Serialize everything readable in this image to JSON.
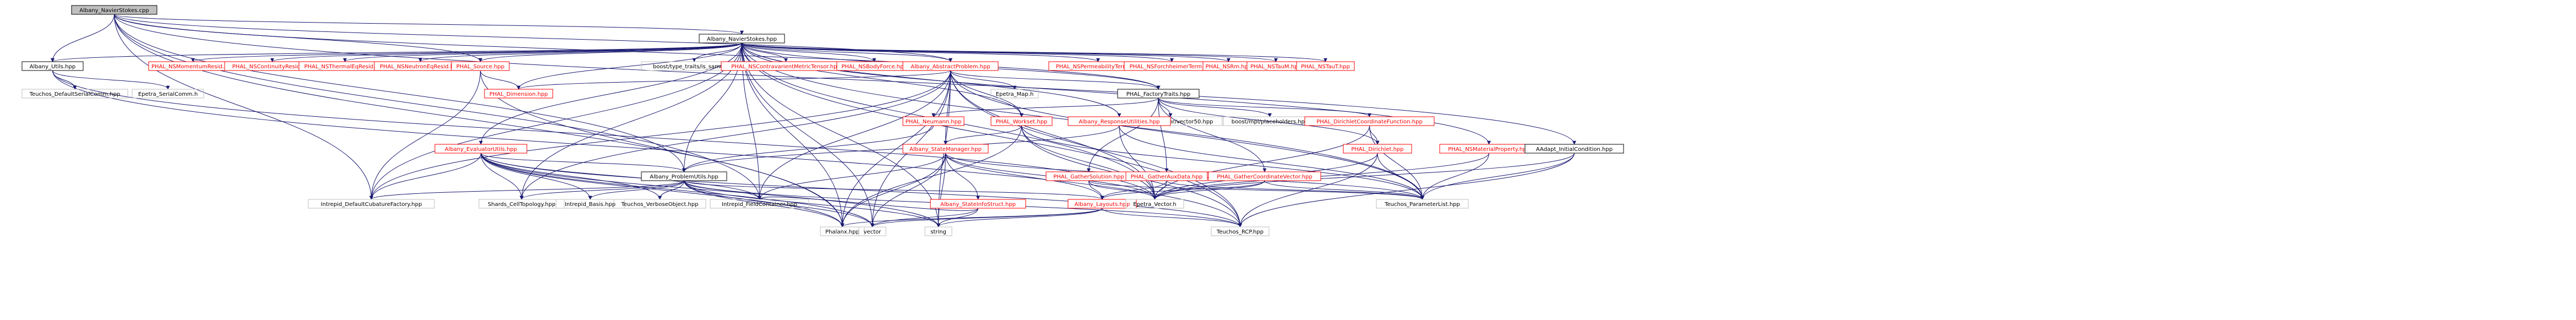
{
  "graph": {
    "nodes": [
      {
        "id": "root",
        "label": "Albany_NavierStokes.cpp",
        "kind": "root"
      },
      {
        "id": "ns_hpp",
        "label": "Albany_NavierStokes.hpp",
        "kind": "black"
      },
      {
        "id": "utils_hpp",
        "label": "Albany_Utils.hpp",
        "kind": "black"
      },
      {
        "id": "teuchos_serialcomm",
        "label": "Teuchos_DefaultSerialComm.hpp",
        "kind": "gray"
      },
      {
        "id": "epetra_serialcomm",
        "label": "Epetra_SerialComm.h",
        "kind": "gray"
      },
      {
        "id": "momentum",
        "label": "PHAL_NSMomentumResid.hpp",
        "kind": "red"
      },
      {
        "id": "continuity",
        "label": "PHAL_NSContinuityResid.hpp",
        "kind": "red"
      },
      {
        "id": "thermal",
        "label": "PHAL_NSThermalEqResid.hpp",
        "kind": "red"
      },
      {
        "id": "neutron",
        "label": "PHAL_NSNeutronEqResid.hpp",
        "kind": "red"
      },
      {
        "id": "source",
        "label": "PHAL_Source.hpp",
        "kind": "red"
      },
      {
        "id": "dimension",
        "label": "PHAL_Dimension.hpp",
        "kind": "red"
      },
      {
        "id": "type_traits",
        "label": "boost/type_traits/is_same.hpp",
        "kind": "gray"
      },
      {
        "id": "contravariant",
        "label": "PHAL_NSContravarientMetricTensor.hpp",
        "kind": "red"
      },
      {
        "id": "bodyforce",
        "label": "PHAL_NSBodyForce.hpp",
        "kind": "red"
      },
      {
        "id": "abstract",
        "label": "Albany_AbstractProblem.hpp",
        "kind": "red"
      },
      {
        "id": "epetra_map",
        "label": "Epetra_Map.h",
        "kind": "gray"
      },
      {
        "id": "permeability",
        "label": "PHAL_NSPermeabilityTerm.hpp",
        "kind": "red"
      },
      {
        "id": "forchheimer",
        "label": "PHAL_NSForchheimerTerm.hpp",
        "kind": "red"
      },
      {
        "id": "rm",
        "label": "PHAL_NSRm.hpp",
        "kind": "red"
      },
      {
        "id": "taum",
        "label": "PHAL_NSTauM.hpp",
        "kind": "red"
      },
      {
        "id": "taut",
        "label": "PHAL_NSTauT.hpp",
        "kind": "red"
      },
      {
        "id": "factory",
        "label": "PHAL_FactoryTraits.hpp",
        "kind": "black"
      },
      {
        "id": "neumann",
        "label": "PHAL_Neumann.hpp",
        "kind": "red"
      },
      {
        "id": "vector50",
        "label": "boost/mpl/vector/vector50.hpp",
        "kind": "gray"
      },
      {
        "id": "placeholders",
        "label": "boost/mpl/placeholders.hpp",
        "kind": "gray"
      },
      {
        "id": "dirichlet_coord",
        "label": "PHAL_DirichletCoordinateFunction.hpp",
        "kind": "red"
      },
      {
        "id": "workset",
        "label": "PHAL_Workset.hpp",
        "kind": "red"
      },
      {
        "id": "response_util",
        "label": "Albany_ResponseUtilities.hpp",
        "kind": "red"
      },
      {
        "id": "eval_utils",
        "label": "Albany_EvaluatorUtils.hpp",
        "kind": "red"
      },
      {
        "id": "state_manager",
        "label": "Albany_StateManager.hpp",
        "kind": "red"
      },
      {
        "id": "dirichlet",
        "label": "PHAL_Dirichlet.hpp",
        "kind": "red"
      },
      {
        "id": "material_prop",
        "label": "PHAL_NSMaterialProperty.hpp",
        "kind": "red"
      },
      {
        "id": "aadapt",
        "label": "AAdapt_InitialCondition.hpp",
        "kind": "black"
      },
      {
        "id": "gather_solution",
        "label": "PHAL_GatherSolution.hpp",
        "kind": "red"
      },
      {
        "id": "gather_aux",
        "label": "PHAL_GatherAuxData.hpp",
        "kind": "red"
      },
      {
        "id": "gather_coord",
        "label": "PHAL_GatherCoordinateVector.hpp",
        "kind": "red"
      },
      {
        "id": "problem_utils",
        "label": "Albany_ProblemUtils.hpp",
        "kind": "black"
      },
      {
        "id": "state_info",
        "label": "Albany_StateInfoStruct.hpp",
        "kind": "red"
      },
      {
        "id": "layouts",
        "label": "Albany_Layouts.hpp",
        "kind": "red"
      },
      {
        "id": "cubature",
        "label": "Intrepid_DefaultCubatureFactory.hpp",
        "kind": "gray"
      },
      {
        "id": "cell_topology",
        "label": "Shards_CellTopology.hpp",
        "kind": "gray"
      },
      {
        "id": "intrepid_basis",
        "label": "Intrepid_Basis.hpp",
        "kind": "gray"
      },
      {
        "id": "verbose_object",
        "label": "Teuchos_VerboseObject.hpp",
        "kind": "gray"
      },
      {
        "id": "field_container",
        "label": "Intrepid_FieldContainer.hpp",
        "kind": "gray"
      },
      {
        "id": "phalanx",
        "label": "Phalanx.hpp",
        "kind": "gray"
      },
      {
        "id": "vector",
        "label": "vector",
        "kind": "gray"
      },
      {
        "id": "string",
        "label": "string",
        "kind": "gray"
      },
      {
        "id": "epetra_vector",
        "label": "Epetra_Vector.h",
        "kind": "gray"
      },
      {
        "id": "parameter_list",
        "label": "Teuchos_ParameterList.hpp",
        "kind": "gray"
      },
      {
        "id": "rcp",
        "label": "Teuchos_RCP.hpp",
        "kind": "gray"
      }
    ],
    "edges": [
      [
        "root",
        "ns_hpp"
      ],
      [
        "root",
        "utils_hpp"
      ],
      [
        "root",
        "source"
      ],
      [
        "root",
        "abstract"
      ],
      [
        "root",
        "problem_utils"
      ],
      [
        "root",
        "cubature"
      ],
      [
        "root",
        "field_container"
      ],
      [
        "root",
        "factory"
      ],
      [
        "root",
        "aadapt"
      ],
      [
        "root",
        "phalanx"
      ],
      [
        "ns_hpp",
        "momentum"
      ],
      [
        "ns_hpp",
        "continuity"
      ],
      [
        "ns_hpp",
        "thermal"
      ],
      [
        "ns_hpp",
        "neutron"
      ],
      [
        "ns_hpp",
        "source"
      ],
      [
        "ns_hpp",
        "type_traits"
      ],
      [
        "ns_hpp",
        "contravariant"
      ],
      [
        "ns_hpp",
        "bodyforce"
      ],
      [
        "ns_hpp",
        "abstract"
      ],
      [
        "ns_hpp",
        "permeability"
      ],
      [
        "ns_hpp",
        "forchheimer"
      ],
      [
        "ns_hpp",
        "rm"
      ],
      [
        "ns_hpp",
        "taum"
      ],
      [
        "ns_hpp",
        "taut"
      ],
      [
        "ns_hpp",
        "factory"
      ],
      [
        "ns_hpp",
        "material_prop"
      ],
      [
        "ns_hpp",
        "eval_utils"
      ],
      [
        "ns_hpp",
        "response_util"
      ],
      [
        "ns_hpp",
        "dimension"
      ],
      [
        "ns_hpp",
        "workset"
      ],
      [
        "ns_hpp",
        "problem_utils"
      ],
      [
        "ns_hpp",
        "cubature"
      ],
      [
        "ns_hpp",
        "cell_topology"
      ],
      [
        "ns_hpp",
        "field_container"
      ],
      [
        "ns_hpp",
        "phalanx"
      ],
      [
        "ns_hpp",
        "vector"
      ],
      [
        "ns_hpp",
        "string"
      ],
      [
        "ns_hpp",
        "parameter_list"
      ],
      [
        "ns_hpp",
        "rcp"
      ],
      [
        "ns_hpp",
        "utils_hpp"
      ],
      [
        "ns_hpp",
        "epetra_vector"
      ],
      [
        "utils_hpp",
        "teuchos_serialcomm"
      ],
      [
        "utils_hpp",
        "epetra_serialcomm"
      ],
      [
        "utils_hpp",
        "epetra_vector"
      ],
      [
        "utils_hpp",
        "rcp"
      ],
      [
        "source",
        "dimension"
      ],
      [
        "source",
        "cubature"
      ],
      [
        "source",
        "phalanx"
      ],
      [
        "abstract",
        "epetra_map"
      ],
      [
        "abstract",
        "dimension"
      ],
      [
        "abstract",
        "workset"
      ],
      [
        "abstract",
        "state_manager"
      ],
      [
        "abstract",
        "factory"
      ],
      [
        "abstract",
        "vector"
      ],
      [
        "abstract",
        "string"
      ],
      [
        "abstract",
        "rcp"
      ],
      [
        "abstract",
        "parameter_list"
      ],
      [
        "abstract",
        "phalanx"
      ],
      [
        "abstract",
        "field_container"
      ],
      [
        "abstract",
        "cell_topology"
      ],
      [
        "abstract",
        "epetra_vector"
      ],
      [
        "abstract",
        "cubature"
      ],
      [
        "factory",
        "neumann"
      ],
      [
        "factory",
        "vector50"
      ],
      [
        "factory",
        "placeholders"
      ],
      [
        "factory",
        "dirichlet_coord"
      ],
      [
        "factory",
        "dirichlet"
      ],
      [
        "factory",
        "gather_solution"
      ],
      [
        "factory",
        "gather_aux"
      ],
      [
        "factory",
        "gather_coord"
      ],
      [
        "neumann",
        "problem_utils"
      ],
      [
        "dirichlet_coord",
        "dirichlet"
      ],
      [
        "dirichlet_coord",
        "epetra_vector"
      ],
      [
        "dirichlet_coord",
        "parameter_list"
      ],
      [
        "dirichlet",
        "epetra_vector"
      ],
      [
        "dirichlet",
        "parameter_list"
      ],
      [
        "dirichlet",
        "rcp"
      ],
      [
        "workset",
        "state_manager"
      ],
      [
        "workset",
        "phalanx"
      ],
      [
        "workset",
        "epetra_vector"
      ],
      [
        "workset",
        "rcp"
      ],
      [
        "workset",
        "parameter_list"
      ],
      [
        "response_util",
        "problem_utils"
      ],
      [
        "response_util",
        "parameter_list"
      ],
      [
        "response_util",
        "epetra_vector"
      ],
      [
        "eval_utils",
        "problem_utils"
      ],
      [
        "eval_utils",
        "cubature"
      ],
      [
        "eval_utils",
        "cell_topology"
      ],
      [
        "eval_utils",
        "intrepid_basis"
      ],
      [
        "eval_utils",
        "verbose_object"
      ],
      [
        "eval_utils",
        "field_container"
      ],
      [
        "eval_utils",
        "phalanx"
      ],
      [
        "eval_utils",
        "vector"
      ],
      [
        "eval_utils",
        "string"
      ],
      [
        "eval_utils",
        "rcp"
      ],
      [
        "state_manager",
        "state_info"
      ],
      [
        "state_manager",
        "layouts"
      ],
      [
        "state_manager",
        "phalanx"
      ],
      [
        "state_manager",
        "vector"
      ],
      [
        "state_manager",
        "string"
      ],
      [
        "state_manager",
        "epetra_vector"
      ],
      [
        "state_manager",
        "parameter_list"
      ],
      [
        "state_manager",
        "field_container"
      ],
      [
        "state_info",
        "vector"
      ],
      [
        "state_info",
        "string"
      ],
      [
        "state_info",
        "field_container"
      ],
      [
        "layouts",
        "phalanx"
      ],
      [
        "layouts",
        "vector"
      ],
      [
        "layouts",
        "string"
      ],
      [
        "layouts",
        "rcp"
      ],
      [
        "gather_solution",
        "layouts"
      ],
      [
        "gather_solution",
        "epetra_vector"
      ],
      [
        "gather_solution",
        "parameter_list"
      ],
      [
        "gather_aux",
        "layouts"
      ],
      [
        "gather_aux",
        "epetra_vector"
      ],
      [
        "gather_aux",
        "parameter_list"
      ],
      [
        "gather_coord",
        "layouts"
      ],
      [
        "gather_coord",
        "epetra_vector"
      ],
      [
        "gather_coord",
        "parameter_list"
      ],
      [
        "material_prop",
        "parameter_list"
      ],
      [
        "material_prop",
        "epetra_vector"
      ],
      [
        "aadapt",
        "epetra_vector"
      ],
      [
        "aadapt",
        "parameter_list"
      ],
      [
        "aadapt",
        "rcp"
      ],
      [
        "problem_utils",
        "cubature"
      ],
      [
        "problem_utils",
        "cell_topology"
      ],
      [
        "problem_utils",
        "intrepid_basis"
      ],
      [
        "problem_utils",
        "verbose_object"
      ],
      [
        "problem_utils",
        "field_container"
      ],
      [
        "problem_utils",
        "phalanx"
      ],
      [
        "problem_utils",
        "vector"
      ],
      [
        "problem_utils",
        "string"
      ],
      [
        "problem_utils",
        "rcp"
      ],
      [
        "problem_utils",
        "layouts"
      ]
    ]
  }
}
